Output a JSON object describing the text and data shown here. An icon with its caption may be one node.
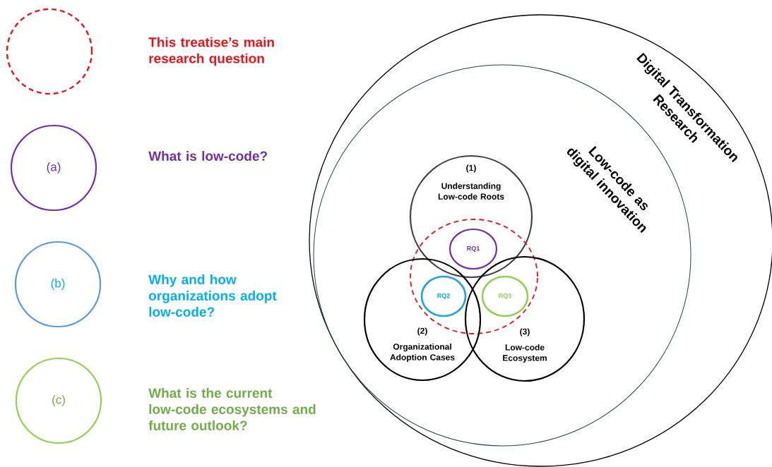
{
  "diagram": {
    "nodes": [
      {
        "text": [],
        "shape": "circle"
      },
      {
        "text": [
          "(a)"
        ]
      },
      {
        "text": [
          "(b)"
        ]
      },
      {
        "text": [
          "(c)"
        ]
      },
      {
        "text": [
          "Digital Transformation Research"
        ]
      },
      {
        "text": [
          "Low-code as digital innovation"
        ],
        "in": 4
      },
      {
        "text": [
          "(1)",
          "Understanding Low-code Roots"
        ],
        "in": 5
      },
      {
        "text": [],
        "shape": "circle",
        "in": 5
      },
      {
        "text": [
          "RQ1"
        ]
      },
      {
        "text": [
          "(2)",
          "Organizational Adoption Cases"
        ],
        "in": 5
      },
      {
        "text": [
          "(3)",
          "Low-code Ecosystem"
        ],
        "in": 5
      },
      {
        "text": [
          "RQ2"
        ]
      },
      {
        "text": [
          "RQ3"
        ]
      }
    ],
    "labels": [
      "This treatise’s main research question",
      "What is low-code?",
      "Why and how organizations adopt low-code?",
      "What is the current low-code ecosystems and future outlook?"
    ]
  }
}
